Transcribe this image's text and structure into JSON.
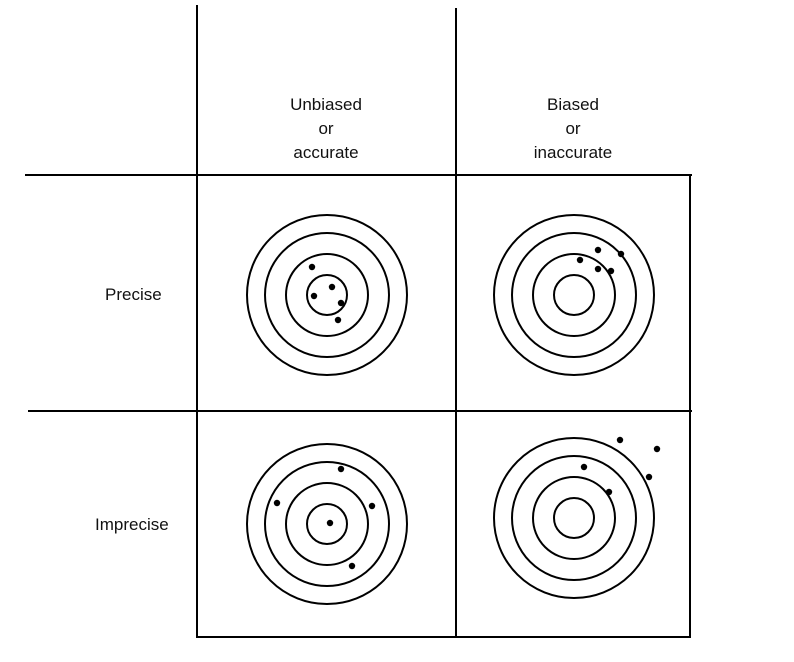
{
  "columns": [
    {
      "line1": "Unbiased",
      "line2": "or",
      "line3": "accurate"
    },
    {
      "line1": "Biased",
      "line2": "or",
      "line3": "inaccurate"
    }
  ],
  "rows": [
    {
      "label": "Precise"
    },
    {
      "label": "Imprecise"
    }
  ],
  "colors": {
    "ink": "#000000",
    "background": "#ffffff"
  }
}
